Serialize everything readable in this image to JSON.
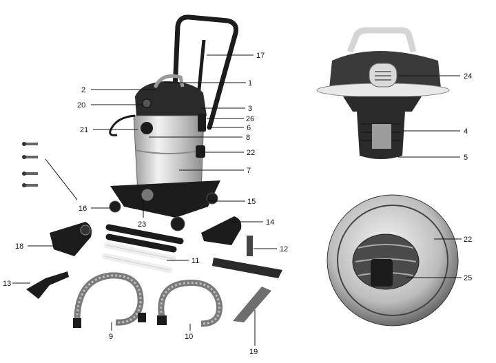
{
  "callouts": {
    "c1": "1",
    "c2": "2",
    "c3": "3",
    "c4": "4",
    "c5": "5",
    "c6": "6",
    "c7": "7",
    "c8": "8",
    "c9": "9",
    "c10": "10",
    "c11": "11",
    "c12": "12",
    "c13": "13",
    "c14": "14",
    "c15": "15",
    "c16": "16",
    "c17": "17",
    "c18": "18",
    "c19": "19",
    "c20": "20",
    "c21": "21",
    "c22a": "22",
    "c22b": "22",
    "c23": "23",
    "c24": "24",
    "c25": "25",
    "c26": "26"
  },
  "colors": {
    "black_part": "#1c1c1c",
    "dark_gray": "#3a3a3a",
    "mid_gray": "#8a8a8a",
    "steel_light": "#e6e6e6",
    "steel_shade": "#b5b5b5",
    "pipe_light": "#efefef"
  }
}
